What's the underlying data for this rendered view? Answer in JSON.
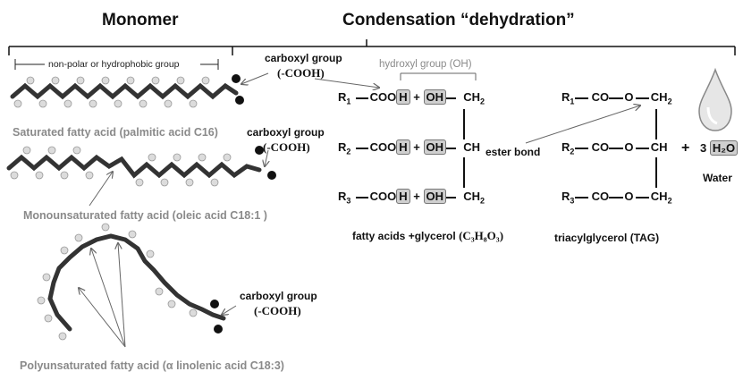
{
  "headings": {
    "monomer": "Monomer",
    "condensation": "Condensation “dehydration”"
  },
  "labels": {
    "nonpolar": "non-polar or hydrophobic group",
    "carboxyl_top": "carboxyl group",
    "cooh_top": "(-COOH)",
    "hydroxyl": "hydroxyl group (OH)",
    "carboxyl_mid": "carboxyl group",
    "cooh_mid": "(-COOH)",
    "carboxyl_bot": "carboxyl group",
    "cooh_bot": "(-COOH)",
    "saturated": "Saturated fatty acid (palmitic acid C16)",
    "mono": "Monounsaturated fatty acid (oleic acid C18:1 )",
    "poly": "Polyunsaturated fatty acid (α linolenic acid C18:3)",
    "ester_bond": "ester bond",
    "water": "Water",
    "fatty_glycerol_prefix": "fatty acids +glycerol",
    "glycerol_formula": "(C₃H₈O₃)",
    "tag": "triacylglycerol (TAG)"
  },
  "equation": {
    "r1": "R",
    "r2": "R",
    "r3": "R",
    "sub1": "1",
    "sub2": "2",
    "sub3": "3",
    "cooh_main": "COO",
    "h": "H",
    "plus": "+",
    "oh": "OH",
    "ch2": "CH",
    "ch": "CH",
    "sub_ch2": "2",
    "co": "CO",
    "o": "O",
    "coef": "3",
    "h2o": "H₂O"
  }
}
